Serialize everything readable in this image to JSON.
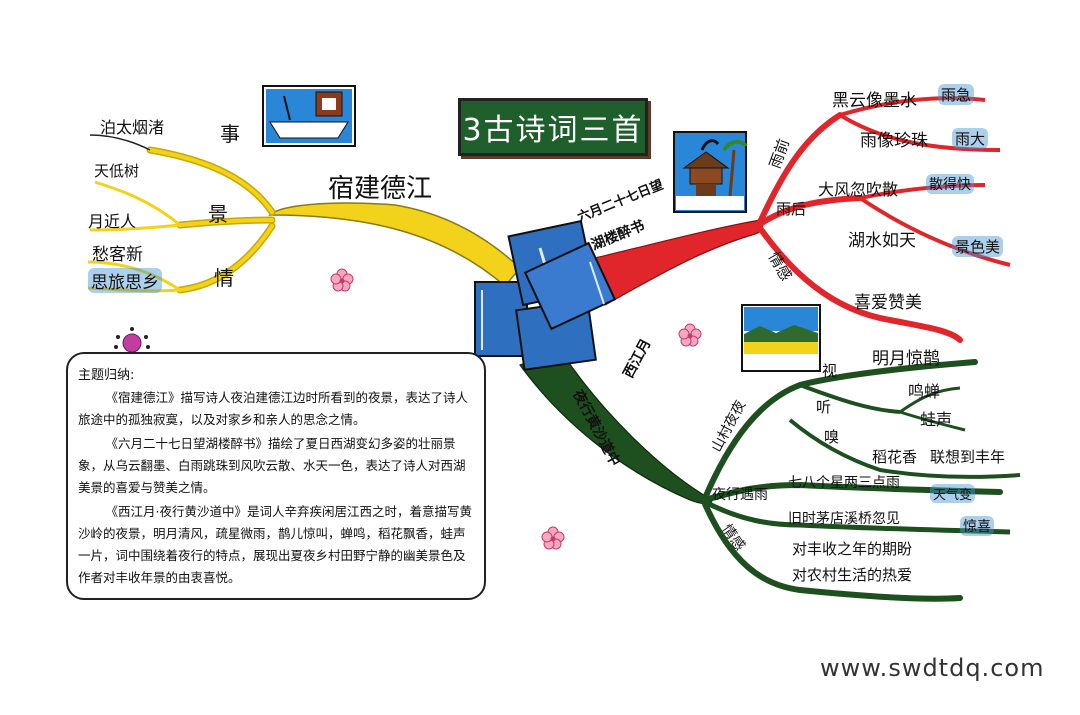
{
  "title": "3古诗词三首",
  "poem1": {
    "name": "宿建德江",
    "aspects": [
      "事",
      "景",
      "情"
    ],
    "leaves": [
      "泊太烟渚",
      "天低树",
      "月近人",
      "愁客新",
      "思旅思乡"
    ]
  },
  "poem2": {
    "name_line1": "六月二十七日望",
    "name_line2": "湖楼醉书",
    "aspects": [
      "雨前",
      "雨后",
      "情感"
    ],
    "leaves": [
      "黑云像墨水",
      "雨急",
      "雨像珍珠",
      "雨大",
      "大风忽吹散",
      "散得快",
      "湖水如天",
      "景色美",
      "喜爱赞美"
    ]
  },
  "poem3": {
    "name_line1": "西江月",
    "name_line2": "夜行黄沙道中",
    "aspects": [
      "山村夜夜",
      "夜行遇雨",
      "情感"
    ],
    "senses": [
      "视",
      "听",
      "嗅"
    ],
    "leaves": [
      "明月惊鹊",
      "鸣蝉",
      "蛙声",
      "稻花香",
      "联想到丰年",
      "七八个星两三点雨",
      "天气变",
      "旧时茅店溪桥忽见",
      "惊喜",
      "对丰收之年的期盼",
      "对农村生活的热爱"
    ]
  },
  "summary": {
    "heading": "主题归纳:",
    "paragraphs": [
      "《宿建德江》描写诗人夜泊建德江边时所看到的夜景，表达了诗人旅途中的孤独寂寞，以及对家乡和亲人的思念之情。",
      "《六月二十七日望湖楼醉书》描绘了夏日西湖变幻多姿的壮丽景象，从乌云翻墨、白雨跳珠到风吹云散、水天一色，表达了诗人对西湖美景的喜爱与赞美之情。",
      "《西江月·夜行黄沙道中》是词人辛弃疾闲居江西之时，着意描写黄沙岭的夜景，明月清风，疏星微雨，鹊儿惊叫，蝉鸣，稻花飘香，蛙声一片，词中围绕着夜行的特点，展现出夏夜乡村田野宁静的幽美景色及作者对丰收年景的由衷喜悦。"
    ]
  },
  "watermark": "www.swdtdq.com",
  "colors": {
    "yellow_branch": "#f2d21a",
    "red_branch": "#e0262a",
    "green_branch": "#1e4f1e",
    "highlight": "#4f9ad2",
    "title_bg": "#1f5f2c"
  },
  "icons": [
    "boat-icon",
    "pavilion-icon",
    "landscape-icon",
    "books-icon",
    "flower-icon"
  ]
}
